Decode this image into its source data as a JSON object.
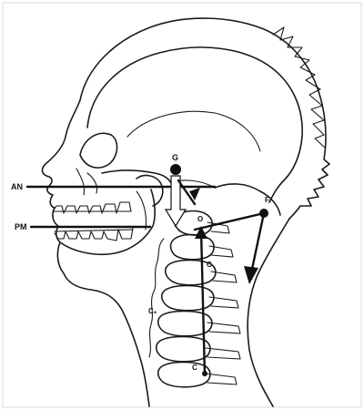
{
  "labels": {
    "an": "AN",
    "pm": "PM",
    "g": "G",
    "f": "F",
    "c": "C",
    "o": "O",
    "c2": "C",
    "c6": "C₆"
  },
  "colors": {
    "ink": "#1a1a1a",
    "paper": "#ffffff",
    "arrow_fill": "#ffffff"
  }
}
